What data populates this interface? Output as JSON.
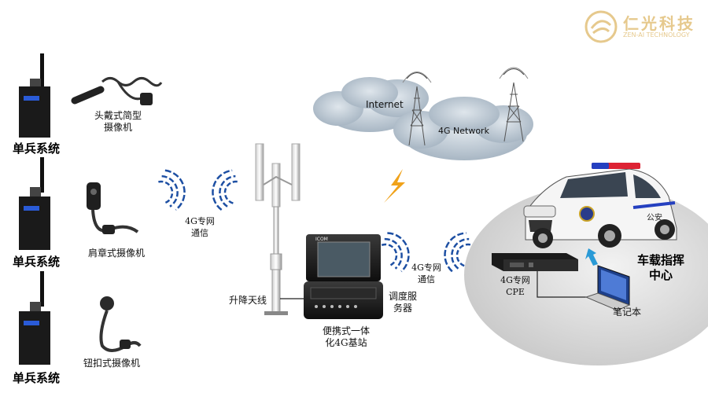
{
  "logo": {
    "brand": "仁光科技",
    "sub": "ZEN-AI TECHNOLOGY"
  },
  "units": [
    {
      "title": "单兵系统",
      "camera": [
        "头戴式简型",
        "摄像机"
      ]
    },
    {
      "title": "单兵系统",
      "camera": [
        "肩章式摄像机"
      ]
    },
    {
      "title": "单兵系统",
      "camera": [
        "钮扣式摄像机"
      ]
    }
  ],
  "device_brand": "ICOM",
  "cloud": {
    "internet": "Internet",
    "network": "4G Network"
  },
  "links": {
    "left": [
      "4G专网",
      "通信"
    ],
    "right": [
      "4G专网",
      "通信"
    ]
  },
  "antenna_label": "升降天线",
  "base_station": [
    "便携式一体",
    "化4G基站"
  ],
  "dispatch_server": [
    "调度服",
    "务器"
  ],
  "command_center": [
    "车载指挥",
    "中心"
  ],
  "cpe": [
    "4G专网",
    "CPE"
  ],
  "laptop": "笔记本",
  "car_badge": "公安",
  "colors": {
    "logo_gold": "#e6c98d",
    "cloud": "#a9b8c6",
    "wave": "#1d4fa3",
    "lightning": "#f0a21a"
  }
}
